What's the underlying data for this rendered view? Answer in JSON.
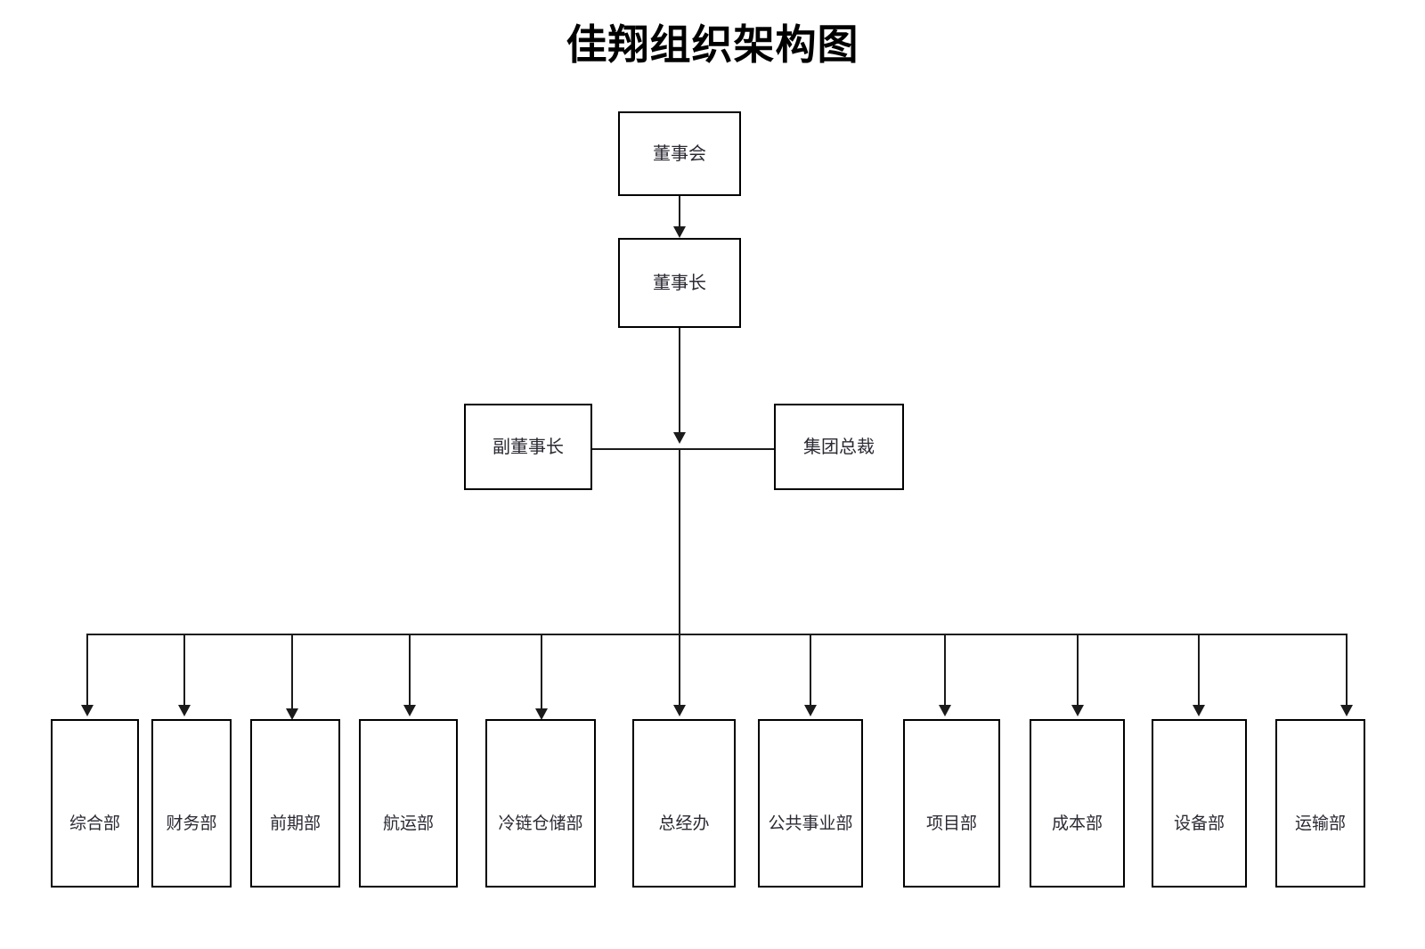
{
  "document": {
    "title": "佳翔组织架构图",
    "type": "organization-chart",
    "background_color": "#ffffff",
    "line_color": "#1b1b1b",
    "box_border_color": "#000000",
    "text_color": "#2a2a33"
  },
  "nodes": {
    "board": {
      "label": "董事会"
    },
    "chairman": {
      "label": "董事长"
    },
    "vice_chairman": {
      "label": "副董事长"
    },
    "group_president": {
      "label": "集团总裁"
    }
  },
  "departments": [
    {
      "label": "综合部"
    },
    {
      "label": "财务部"
    },
    {
      "label": "前期部"
    },
    {
      "label": "航运部"
    },
    {
      "label": "冷链仓储部"
    },
    {
      "label": "总经办"
    },
    {
      "label": "公共事业部"
    },
    {
      "label": "项目部"
    },
    {
      "label": "成本部"
    },
    {
      "label": "设备部"
    },
    {
      "label": "运输部"
    }
  ]
}
